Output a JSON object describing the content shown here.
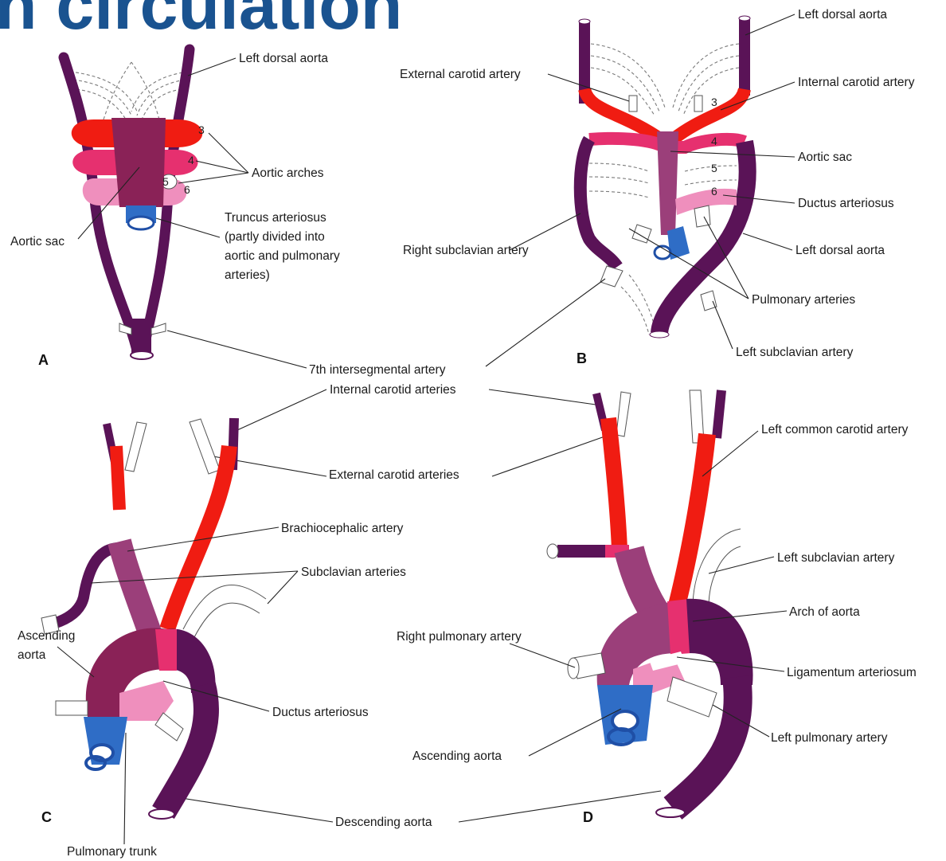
{
  "title_fragment": "n circulation",
  "colors": {
    "purple": "#5a1357",
    "maroon": "#8a2257",
    "mauve": "#9b3f7a",
    "red": "#f01c12",
    "pink": "#e6306f",
    "lightpink": "#ef8fbd",
    "blue": "#2f6dc6",
    "darkblue": "#1f4fa6",
    "white": "#ffffff",
    "outline": "#555555"
  },
  "panels": {
    "A": {
      "letter": "A",
      "arch_numbers": [
        "3",
        "4",
        "5",
        "6"
      ],
      "labels": {
        "left_dorsal_aorta": "Left dorsal aorta",
        "aortic_arches": "Aortic arches",
        "aortic_sac": "Aortic sac",
        "truncus_1": "Truncus arteriosus",
        "truncus_2": "(partly divided into",
        "truncus_3": "aortic and pulmonary",
        "truncus_4": "arteries)"
      }
    },
    "B": {
      "letter": "B",
      "arch_numbers": [
        "3",
        "4",
        "5",
        "6"
      ],
      "labels": {
        "left_dorsal_aorta_top": "Left dorsal aorta",
        "external_carotid": "External carotid artery",
        "internal_carotid": "Internal carotid artery",
        "aortic_sac": "Aortic sac",
        "ductus": "Ductus arteriosus",
        "right_subclavian": "Right subclavian artery",
        "left_dorsal_aorta": "Left dorsal aorta",
        "pulmonary_arteries": "Pulmonary arteries",
        "left_subclavian": "Left subclavian artery"
      }
    },
    "shared": {
      "seventh_intersegmental": "7th intersegmental artery",
      "internal_carotid_arteries": "Internal carotid arteries",
      "external_carotid_arteries": "External carotid arteries",
      "descending_aorta": "Descending aorta"
    },
    "C": {
      "letter": "C",
      "labels": {
        "brachiocephalic": "Brachiocephalic artery",
        "subclavian_arteries": "Subclavian arteries",
        "ascending_1": "Ascending",
        "ascending_2": "aorta",
        "ductus": "Ductus arteriosus",
        "pulmonary_trunk": "Pulmonary trunk"
      }
    },
    "D": {
      "letter": "D",
      "labels": {
        "left_common_carotid": "Left common carotid artery",
        "left_subclavian": "Left subclavian artery",
        "arch_of_aorta": "Arch of aorta",
        "right_pulmonary": "Right pulmonary artery",
        "ligamentum": "Ligamentum arteriosum",
        "left_pulmonary": "Left pulmonary artery",
        "ascending_aorta": "Ascending aorta"
      }
    }
  }
}
